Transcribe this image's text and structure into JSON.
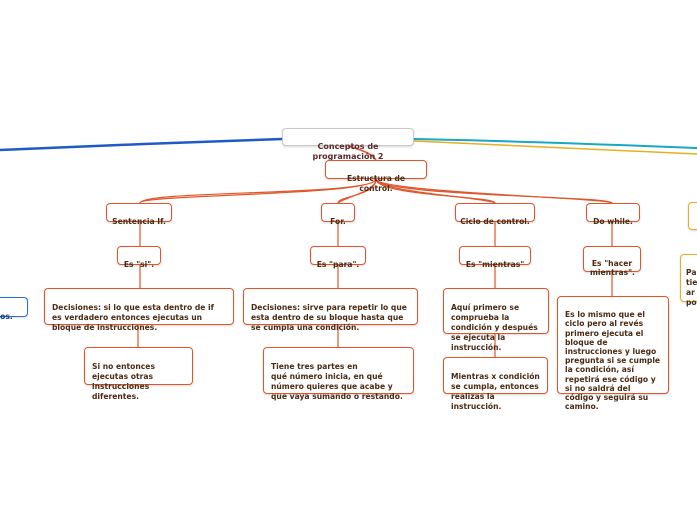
{
  "root": "Conceptos de programación 2",
  "main": "Estructura de control.",
  "branches": [
    {
      "title": "Sentencia If.",
      "es": "Es \"si\".",
      "desc": "Decisiones: si lo que esta dentro de if es verdadero entonces ejecutas un bloque de instrucciones.",
      "sub": "Si no entonces ejecutas otras instrucciones diferentes."
    },
    {
      "title": "For.",
      "es": "Es \"para\".",
      "desc": "Decisiones: sirve para repetir lo que esta dentro de su bloque hasta que se cumpla una condición.",
      "sub": "Tiene tres partes en\nqué número inicia, en qué número quieres que acabe y\nque vaya sumando o restando."
    },
    {
      "title": "Ciclo de control.",
      "es": "Es \"mientras\"",
      "desc": "Aquí primero se comprueba la condición y después se ejecuta la instrucción.",
      "sub": "Mientras x condición se cumpla, entonces realizas la instrucción."
    },
    {
      "title": "Do while.",
      "es": "Es \"hacer mientras\".",
      "desc": "Es lo mismo que el ciclo pero al revés primero ejecuta el bloque de instrucciones y luego pregunta si se cumple la condición, así repetirá ese código y si no saldrá del código y seguirá su camino."
    }
  ],
  "left_partial": "isos.",
  "right_partial": "Pa\ntie\nar\npo"
}
